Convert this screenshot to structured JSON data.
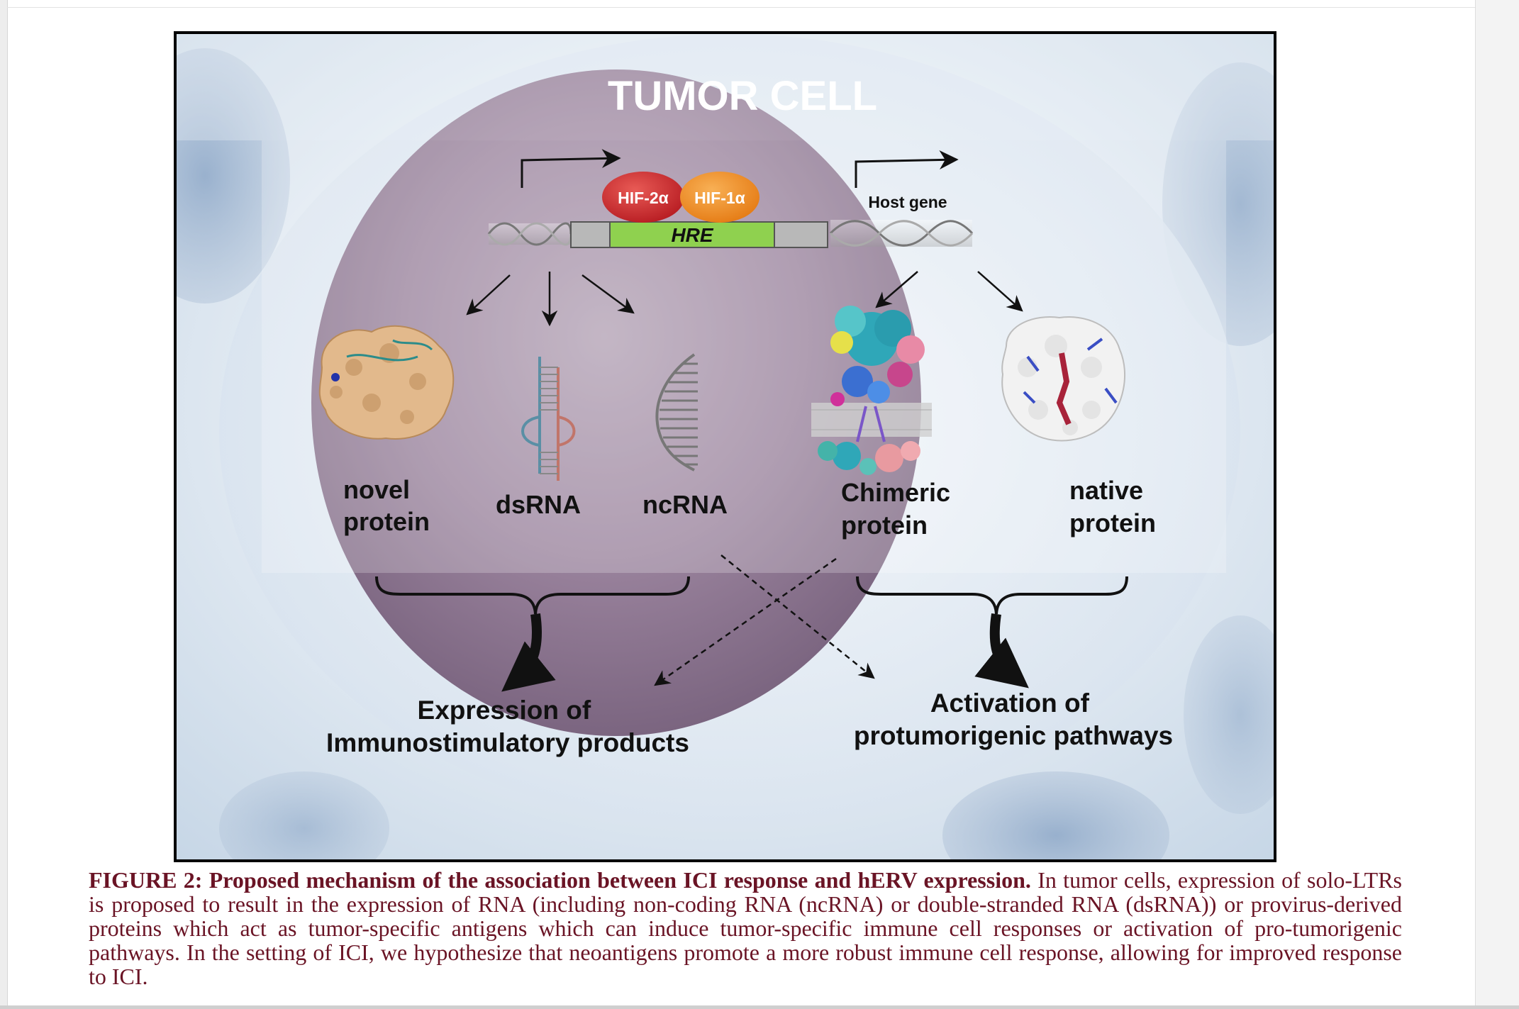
{
  "figure": {
    "title": "TUMOR CELL",
    "factors": {
      "hif2": "HIF-2α",
      "hif1": "HIF-1α"
    },
    "element": "HRE",
    "host_gene": "Host gene",
    "products": {
      "novel": [
        "novel",
        "protein"
      ],
      "dsrna": "dsRNA",
      "ncrna": "ncRNA",
      "chimeric": [
        "Chimeric",
        "protein"
      ],
      "native": [
        "native",
        "protein"
      ]
    },
    "outcomes": {
      "immuno": [
        "Expression of",
        "Immunostimulatory products"
      ],
      "protumor": [
        "Activation of",
        "protumorigenic pathways"
      ]
    },
    "colors": {
      "hif2": "#c8262b",
      "hif1": "#ef8d1f",
      "hre": "#8fd14f",
      "caption": "#6a1425"
    }
  },
  "caption": {
    "lead": "FIGURE 2: Proposed mechanism of the association between ICI response and hERV expression.",
    "body": " In tumor cells, expression of solo-LTRs is proposed to result in the expression of RNA (including non-coding RNA (ncRNA) or double-stranded RNA (dsRNA)) or provirus-derived proteins which act as tumor-specific antigens which can induce tumor-specific immune cell responses or activation of pro-tumorigenic pathways. In the setting of ICI, we hypothesize that neoantigens promote a more robust immune cell response, allowing for improved response to ICI."
  }
}
